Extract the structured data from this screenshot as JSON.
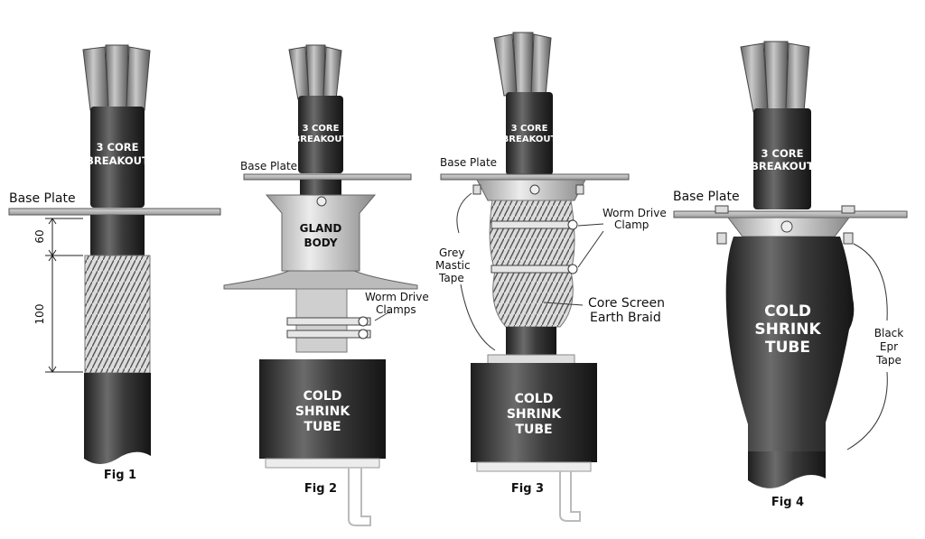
{
  "fig1": {
    "base_plate": "Base Plate",
    "breakout": [
      "3 CORE",
      "BREAKOUT"
    ],
    "dim_upper": "60",
    "dim_lower": "100",
    "caption": "Fig 1"
  },
  "fig2": {
    "base_plate": "Base Plate",
    "breakout": [
      "3 CORE",
      "BREAKOUT"
    ],
    "gland": [
      "GLAND",
      "BODY"
    ],
    "clamps": [
      "Worm Drive",
      "Clamps"
    ],
    "tube": [
      "COLD",
      "SHRINK",
      "TUBE"
    ],
    "caption": "Fig 2"
  },
  "fig3": {
    "base_plate": "Base Plate",
    "breakout": [
      "3 CORE",
      "BREAKOUT"
    ],
    "mastic": [
      "Grey",
      "Mastic",
      "Tape"
    ],
    "clamp": [
      "Worm Drive",
      "Clamp"
    ],
    "braid": [
      "Core Screen",
      "Earth Braid"
    ],
    "tube": [
      "COLD",
      "SHRINK",
      "TUBE"
    ],
    "caption": "Fig 3"
  },
  "fig4": {
    "base_plate": "Base Plate",
    "breakout": [
      "3 CORE",
      "BREAKOUT"
    ],
    "tube": [
      "COLD",
      "SHRINK",
      "TUBE"
    ],
    "epr": [
      "Black",
      "Epr",
      "Tape"
    ],
    "caption": "Fig 4"
  }
}
